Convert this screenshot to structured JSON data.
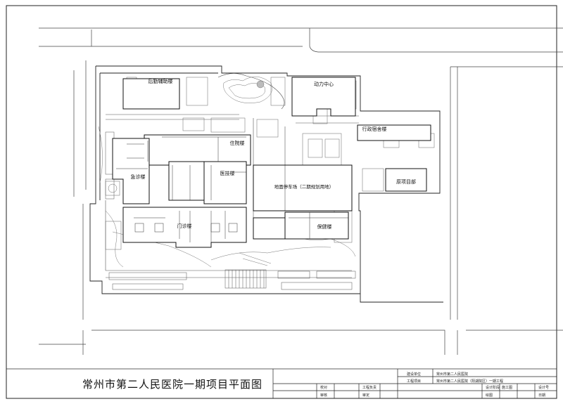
{
  "drawing": {
    "title": "常州市第二人民医院一期项目平面图",
    "buildings": {
      "logistics": "后勤辅助楼",
      "power_center": "动力中心",
      "inpatient": "住院楼",
      "admin_dorm": "行政宿舍楼",
      "emergency": "急诊楼",
      "medtech": "医技楼",
      "underground_parking": "地面停车场（二期规划用地）",
      "original_project": "原项目部",
      "outpatient": "门诊楼",
      "healthcare": "保健楼"
    },
    "title_block": {
      "client_label": "建设单位",
      "client_value": "常州市第二人民医院",
      "project_label": "工程项目",
      "project_value": "常州市第二人民医院（阳湖院区）一期工程",
      "check_label": "校对",
      "audit_label": "审核",
      "project_lead_label": "工程负责",
      "approve_label": "审定",
      "design_stage_label": "设计阶段",
      "design_stage_value": "施工图",
      "drawing_no_label": "设计号",
      "draw_label": "绘图",
      "date_label": "日期"
    }
  }
}
